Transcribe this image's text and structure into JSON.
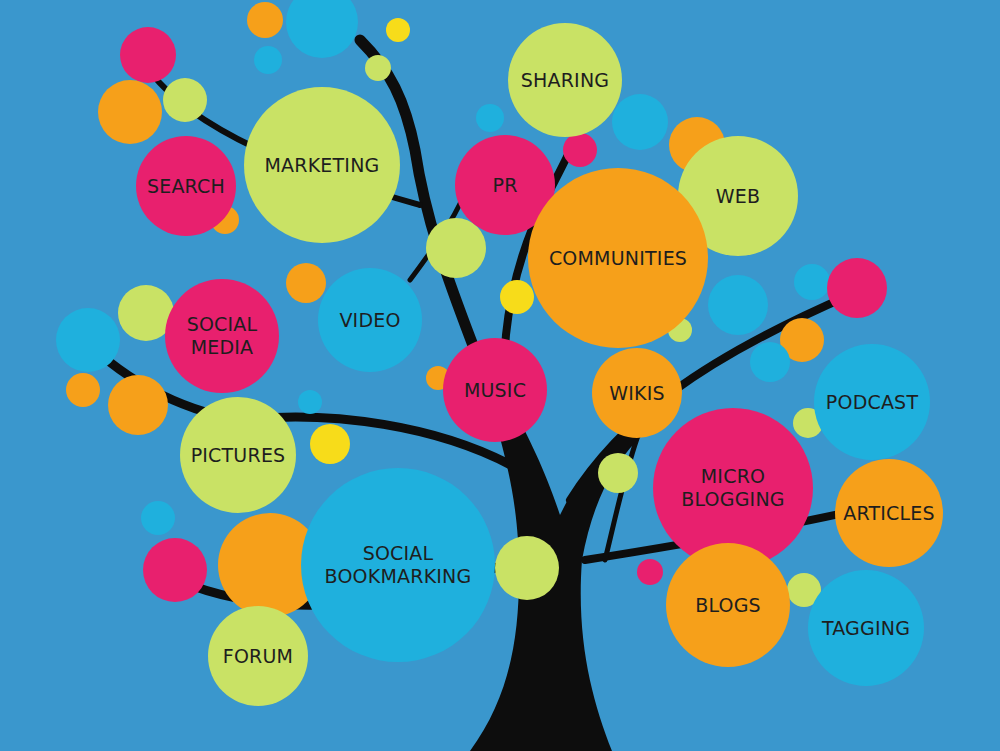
{
  "diagram": {
    "nodes": [
      {
        "text": [
          "SEARCH"
        ]
      },
      {
        "text": [
          "MARKETING"
        ]
      },
      {
        "text": [
          "SHARING"
        ]
      },
      {
        "text": [
          "PR"
        ]
      },
      {
        "text": [
          "WEB"
        ]
      },
      {
        "text": [
          "COMMUNITIES"
        ]
      },
      {
        "text": [
          "SOCIAL MEDIA"
        ]
      },
      {
        "text": [
          "VIDEO"
        ]
      },
      {
        "text": [
          "MUSIC"
        ]
      },
      {
        "text": [
          "WIKIS"
        ]
      },
      {
        "text": [
          "PODCAST"
        ]
      },
      {
        "text": [
          "PICTURES"
        ]
      },
      {
        "text": [
          "MICRO BLOGGING"
        ]
      },
      {
        "text": [
          "ARTICLES"
        ]
      },
      {
        "text": [
          "SOCIAL BOOKMARKING"
        ]
      },
      {
        "text": [
          "BLOGS"
        ]
      },
      {
        "text": [
          "FORUM"
        ]
      },
      {
        "text": [
          "TAGGING"
        ]
      }
    ]
  }
}
